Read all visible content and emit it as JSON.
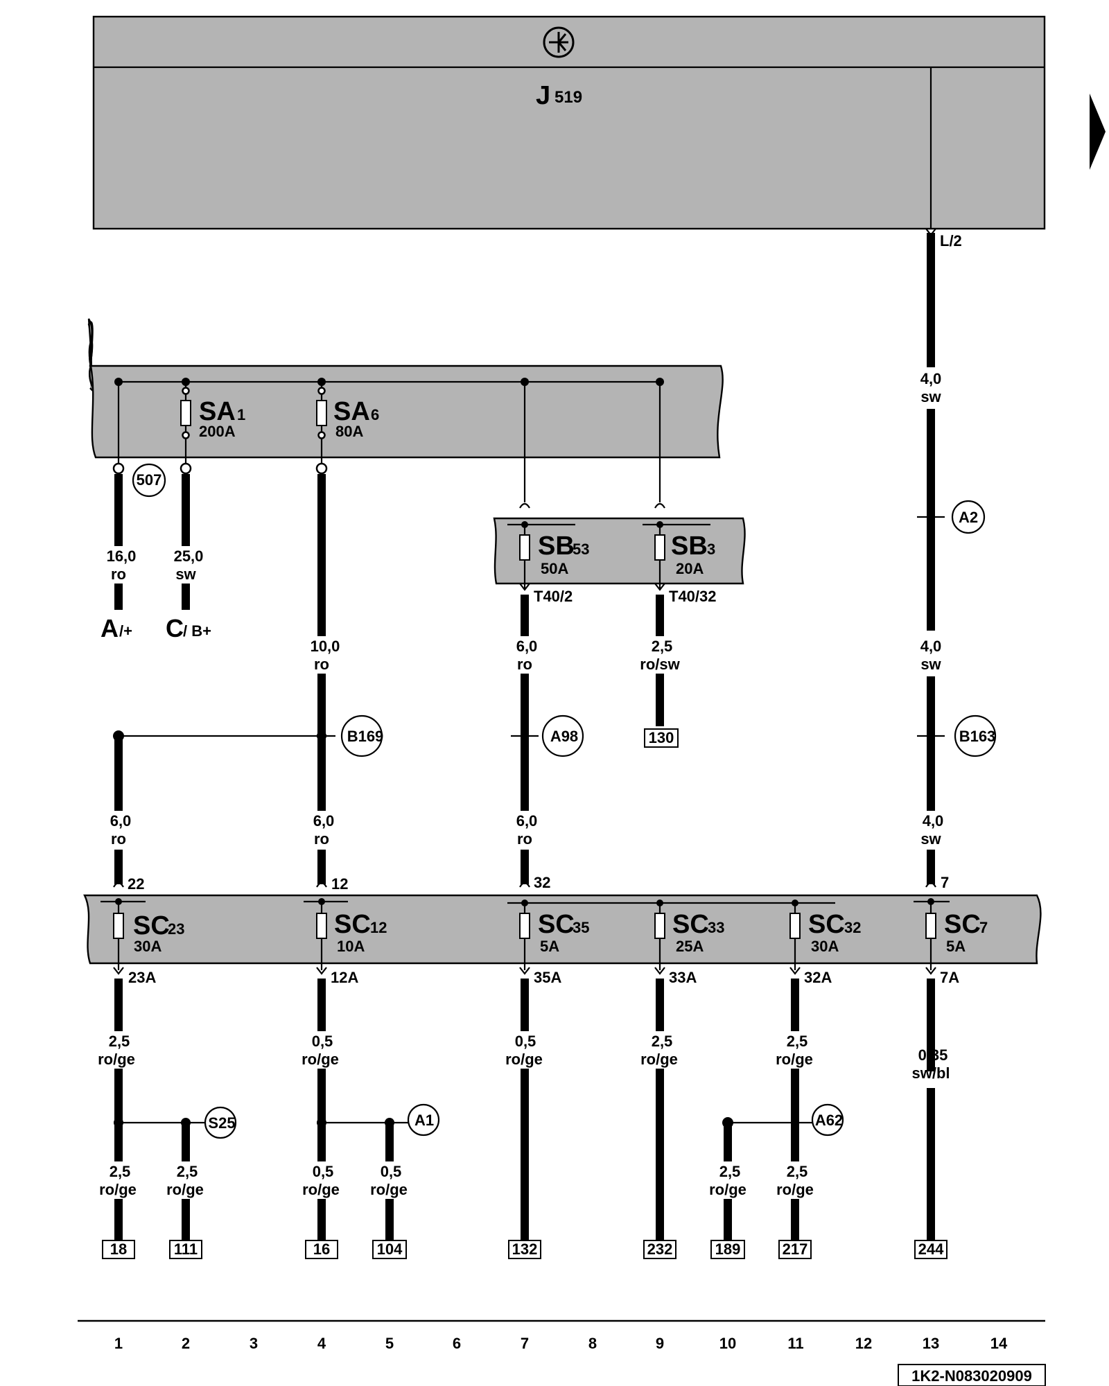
{
  "control_unit": {
    "symbol_icon": "transistor-icon",
    "name": "J",
    "sub": "519"
  },
  "module_pin": "L/2",
  "fuses": [
    {
      "name": "SA",
      "sub": "1",
      "rating": "200A"
    },
    {
      "name": "SA",
      "sub": "6",
      "rating": "80A"
    },
    {
      "name": "SB",
      "sub": "53",
      "rating": "50A"
    },
    {
      "name": "SB",
      "sub": "3",
      "rating": "20A"
    },
    {
      "name": "SC",
      "sub": "23",
      "rating": "30A"
    },
    {
      "name": "SC",
      "sub": "12",
      "rating": "10A"
    },
    {
      "name": "SC",
      "sub": "35",
      "rating": "5A"
    },
    {
      "name": "SC",
      "sub": "33",
      "rating": "25A"
    },
    {
      "name": "SC",
      "sub": "32",
      "rating": "30A"
    },
    {
      "name": "SC",
      "sub": "7",
      "rating": "5A"
    }
  ],
  "connections": [
    "507",
    "A2",
    "B169",
    "A98",
    "B163",
    "S25",
    "A1",
    "A62"
  ],
  "terminals": [
    {
      "name": "A",
      "sub": "/+"
    },
    {
      "name": "C",
      "sub": "/ B+"
    }
  ],
  "pins": [
    "T40/2",
    "T40/32",
    "22",
    "12",
    "32",
    "7",
    "23A",
    "12A",
    "35A",
    "33A",
    "32A",
    "7A"
  ],
  "wires": [
    {
      "size": "4,0",
      "color": "sw"
    },
    {
      "size": "16,0",
      "color": "ro"
    },
    {
      "size": "25,0",
      "color": "sw"
    },
    {
      "size": "4,0",
      "color": "sw"
    },
    {
      "size": "10,0",
      "color": "ro"
    },
    {
      "size": "6,0",
      "color": "ro"
    },
    {
      "size": "2,5",
      "color": "ro/sw"
    },
    {
      "size": "6,0",
      "color": "ro"
    },
    {
      "size": "6,0",
      "color": "ro"
    },
    {
      "size": "6,0",
      "color": "ro"
    },
    {
      "size": "4,0",
      "color": "sw"
    },
    {
      "size": "2,5",
      "color": "ro/ge"
    },
    {
      "size": "0,5",
      "color": "ro/ge"
    },
    {
      "size": "0,5",
      "color": "ro/ge"
    },
    {
      "size": "2,5",
      "color": "ro/ge"
    },
    {
      "size": "2,5",
      "color": "ro/ge"
    },
    {
      "size": "0,35",
      "color": "sw/bl"
    },
    {
      "size": "2,5",
      "color": "ro/ge"
    },
    {
      "size": "2,5",
      "color": "ro/ge"
    },
    {
      "size": "0,5",
      "color": "ro/ge"
    },
    {
      "size": "0,5",
      "color": "ro/ge"
    },
    {
      "size": "2,5",
      "color": "ro/ge"
    },
    {
      "size": "2,5",
      "color": "ro/ge"
    }
  ],
  "refs": [
    "130",
    "18",
    "111",
    "16",
    "104",
    "132",
    "232",
    "189",
    "217",
    "244"
  ],
  "columns": [
    "1",
    "2",
    "3",
    "4",
    "5",
    "6",
    "7",
    "8",
    "9",
    "10",
    "11",
    "12",
    "13",
    "14"
  ],
  "doc_id": "1K2-N083020909",
  "continue_arrow_icon": "page-continue-arrow-icon"
}
